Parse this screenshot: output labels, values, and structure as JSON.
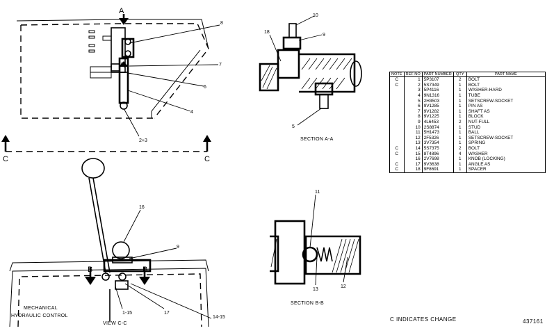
{
  "labels": {
    "section_mark_top": "A",
    "section_mark_inner": "A",
    "view_mark_left": "C",
    "view_mark_right": "C",
    "sec_b_left": "B",
    "sec_b_right": "B",
    "callout_8": "8",
    "callout_7": "7",
    "callout_6": "6",
    "callout_4": "4",
    "callout_2_3": "2+3",
    "callout_10": "10",
    "callout_9_top": "9",
    "callout_18": "18",
    "callout_5": "5",
    "callout_16": "16",
    "callout_9_mid": "9",
    "callout_17": "17",
    "callout_1_15": "1-15",
    "callout_14_15": "14-15",
    "callout_11": "11",
    "callout_13": "13",
    "callout_12": "12"
  },
  "captions": {
    "section_aa": "SECTION A-A",
    "section_bb": "SECTION B-B",
    "view_cc": "VIEW C-C",
    "mech_line1": "MECHANICAL",
    "mech_line2": "HYDRAULIC CONTROL"
  },
  "table": {
    "headers": {
      "note": "NOTE",
      "ref_no": "REF NO",
      "part_number": "PART NUMBER",
      "qty": "QTY",
      "part_name": "PART NAME"
    },
    "rows": [
      {
        "note": "C",
        "ref": "1",
        "part": "5P3107",
        "qty": "2",
        "name": "BOLT"
      },
      {
        "note": "C",
        "ref": "2",
        "part": "5S7349",
        "qty": "1",
        "name": "BOLT"
      },
      {
        "note": "",
        "ref": "3",
        "part": "5P4116",
        "qty": "1",
        "name": "WASHER-HARD"
      },
      {
        "note": "",
        "ref": "4",
        "part": "9N1316",
        "qty": "1",
        "name": "TUBE"
      },
      {
        "note": "",
        "ref": "5",
        "part": "2H3503",
        "qty": "1",
        "name": "SETSCREW-SOCKET"
      },
      {
        "note": "",
        "ref": "6",
        "part": "9V1285",
        "qty": "1",
        "name": "PIN AS"
      },
      {
        "note": "",
        "ref": "7",
        "part": "9V1282",
        "qty": "1",
        "name": "SHAFT AS"
      },
      {
        "note": "",
        "ref": "8",
        "part": "9V1225",
        "qty": "1",
        "name": "BLOCK"
      },
      {
        "note": "",
        "ref": "9",
        "part": "4L6453",
        "qty": "2",
        "name": "NUT-FULL"
      },
      {
        "note": "",
        "ref": "10",
        "part": "2S8874",
        "qty": "1",
        "name": "STUD"
      },
      {
        "note": "",
        "ref": "11",
        "part": "5H1473",
        "qty": "1",
        "name": "BALL"
      },
      {
        "note": "",
        "ref": "12",
        "part": "2F5326",
        "qty": "1",
        "name": "SETSCREW-SOCKET"
      },
      {
        "note": "",
        "ref": "13",
        "part": "3V7354",
        "qty": "1",
        "name": "SPRING"
      },
      {
        "note": "C",
        "ref": "14",
        "part": "5S7375",
        "qty": "2",
        "name": "BOLT"
      },
      {
        "note": "C",
        "ref": "15",
        "part": "8T4896",
        "qty": "4",
        "name": "WASHER"
      },
      {
        "note": "",
        "ref": "16",
        "part": "2V7698",
        "qty": "1",
        "name": "KNOB (LOCKING)"
      },
      {
        "note": "C",
        "ref": "17",
        "part": "9V3638",
        "qty": "1",
        "name": "ANGLE AS"
      },
      {
        "note": "C",
        "ref": "18",
        "part": "9F8691",
        "qty": "1",
        "name": "SPACER"
      }
    ]
  },
  "footer": {
    "note_text": "C   INDICATES   CHANGE",
    "figure_number": "437161"
  }
}
